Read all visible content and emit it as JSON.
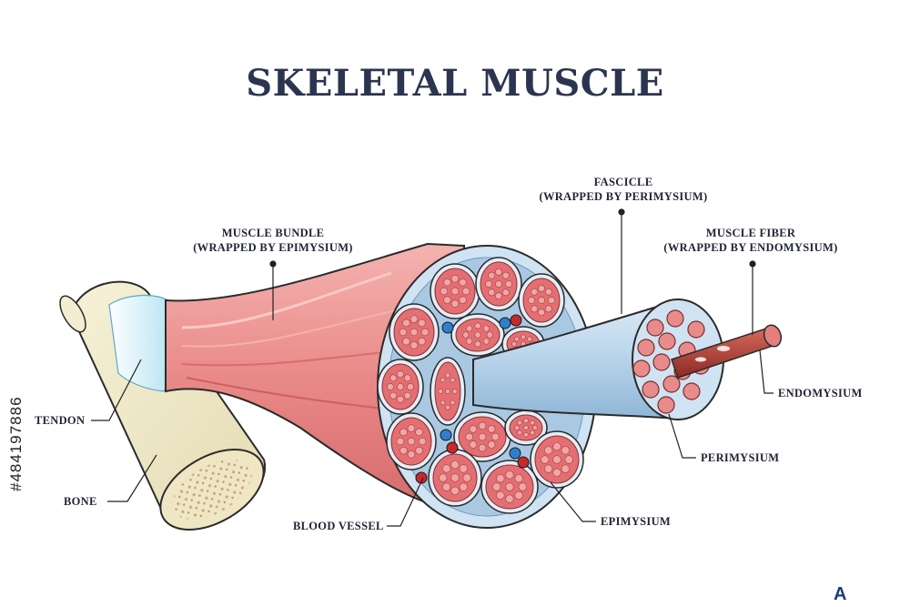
{
  "title": "SKELETAL MUSCLE",
  "labels": {
    "muscle_bundle": {
      "line1": "MUSCLE BUNDLE",
      "line2": "(WRAPPED BY EPIMYSIUM)"
    },
    "fascicle": {
      "line1": "FASCICLE",
      "line2": "(WRAPPED BY PERIMYSIUM)"
    },
    "muscle_fiber": {
      "line1": "MUSCLE FIBER",
      "line2": "(WRAPPED BY ENDOMYSIUM)"
    },
    "tendon": "TENDON",
    "bone": "BONE",
    "blood_vessel": "BLOOD VESSEL",
    "epimysium": "EPIMYSIUM",
    "perimysium": "PERIMYSIUM",
    "endomysium": "ENDOMYSIUM"
  },
  "stock_id": "#484197886",
  "colors": {
    "title": "#2b3550",
    "bone": "#efe9c8",
    "tendon": "#cfeaf5",
    "muscle": "#e98e8e",
    "epimysium": "#b9d7ea",
    "fascicle_fill": "#e36f72",
    "vessel_blue": "#2f7fd0",
    "vessel_red": "#c8282c"
  }
}
